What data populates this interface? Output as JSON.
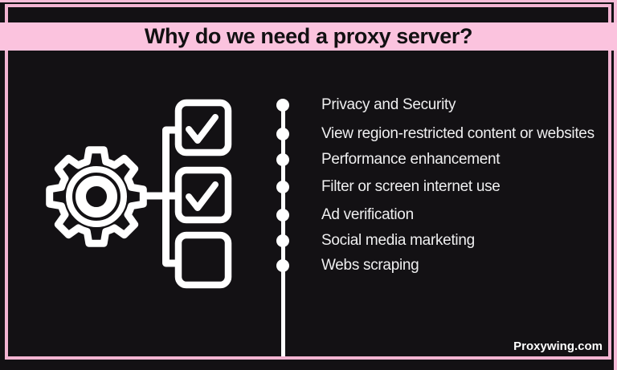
{
  "banner": {
    "title": "Why do we need a proxy server?"
  },
  "list": {
    "items": [
      "Privacy and Security",
      "View region-restricted content or websites",
      "Performance enhancement",
      "Filter or screen internet use",
      "Ad verification",
      "Social media marketing",
      "Webs scraping"
    ]
  },
  "footer": {
    "watermark": "Proxywing.com"
  },
  "icon": {
    "name": "gear-checklist-icon",
    "checked_boxes": 2,
    "empty_boxes": 1
  },
  "colors": {
    "background": "#131114",
    "banner_pink": "#fbc3de",
    "frame_pink": "#f3b4d2",
    "icon_white": "#ffffff",
    "list_text": "#efeff0",
    "title_text": "#121012"
  }
}
